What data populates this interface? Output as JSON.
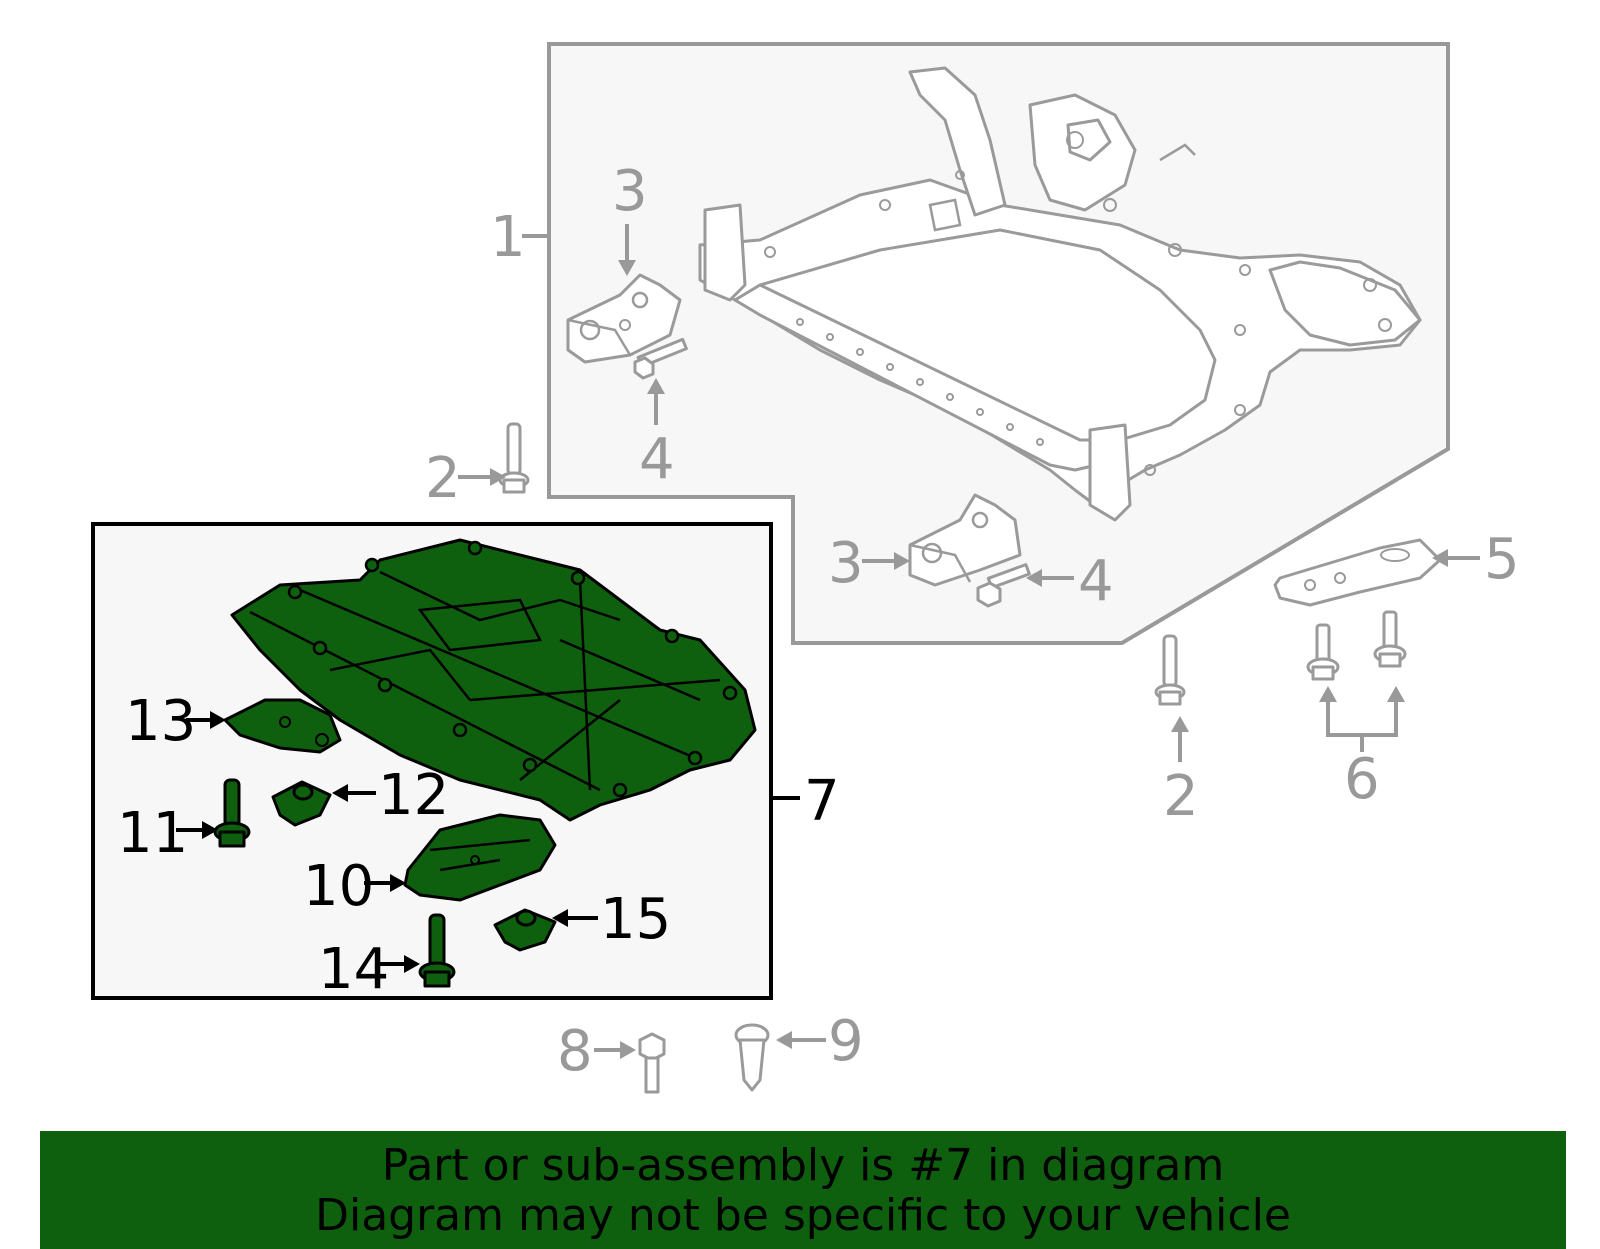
{
  "callouts": {
    "c1": "1",
    "c2a": "2",
    "c2b": "2",
    "c3a": "3",
    "c3b": "3",
    "c4a": "4",
    "c4b": "4",
    "c5": "5",
    "c6": "6",
    "c7": "7",
    "c8": "8",
    "c9": "9",
    "c10": "10",
    "c11": "11",
    "c12": "12",
    "c13": "13",
    "c14": "14",
    "c15": "15"
  },
  "banner": {
    "line1": "Part or sub-assembly is #7 in diagram",
    "line2": "Diagram may not be specific to your vehicle"
  },
  "colors": {
    "highlight": "#0e600e",
    "outline_gray": "#999999",
    "box_fill": "#f7f7f7"
  }
}
